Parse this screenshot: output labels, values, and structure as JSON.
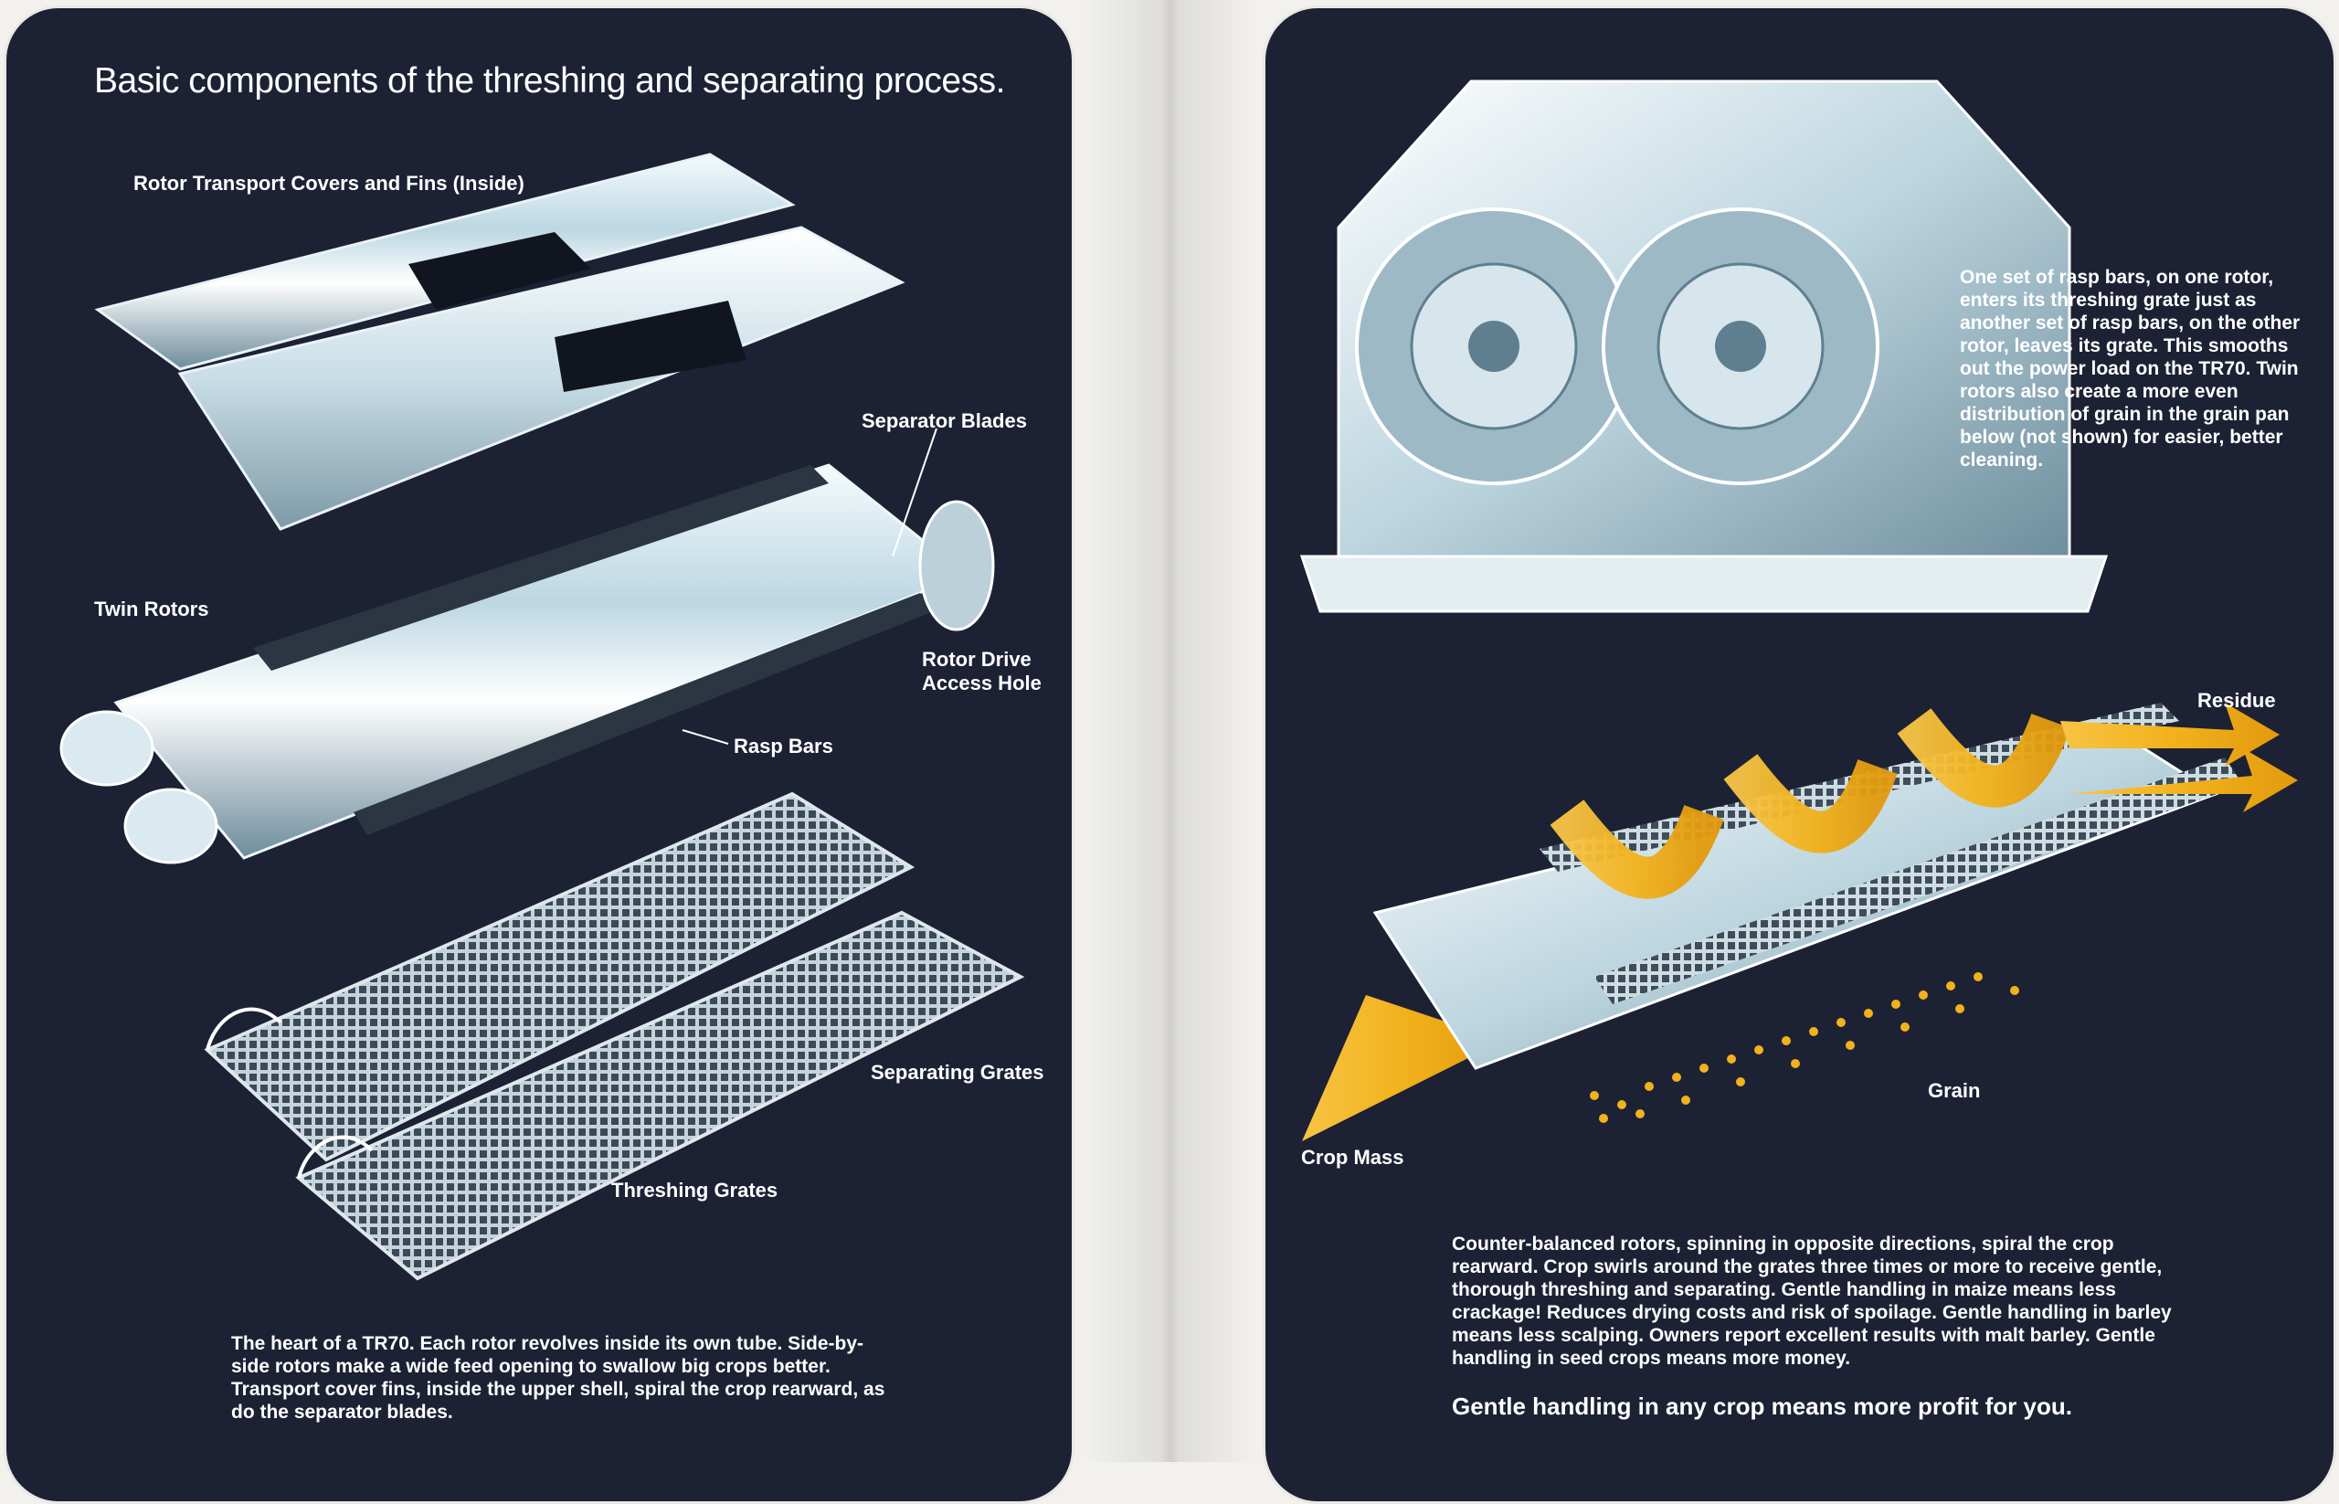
{
  "left_page": {
    "title": "Basic components of the threshing and separating process.",
    "labels": {
      "rotor_transport_covers": "Rotor Transport Covers and Fins (Inside)",
      "separator_blades": "Separator Blades",
      "twin_rotors": "Twin Rotors",
      "rotor_drive_access_line1": "Rotor Drive",
      "rotor_drive_access_line2": "Access Hole",
      "rasp_bars": "Rasp Bars",
      "separating_grates": "Separating Grates",
      "threshing_grates": "Threshing Grates"
    },
    "caption": "The heart of a TR70. Each rotor revolves inside its own tube. Side-by-side rotors make a wide feed opening to swallow big crops better. Transport cover fins, inside the upper shell, spiral the crop rearward, as do the separator blades."
  },
  "right_page": {
    "rasp_bars_text": "One set of rasp bars, on one rotor, enters its threshing grate just as another set of rasp bars, on the other rotor, leaves its grate. This smooths out the power load on the TR70. Twin rotors also create a more even distribution of grain in the grain pan below (not shown) for easier, better cleaning.",
    "labels": {
      "residue": "Residue",
      "grain": "Grain",
      "crop_mass": "Crop Mass"
    },
    "body_text": "Counter-balanced rotors, spinning in opposite directions, spiral the crop rearward. Crop swirls around the grates three times or more to receive gentle, thorough threshing and separating. Gentle handling in maize means less crackage! Reduces drying costs and risk of spoilage. Gentle handling in barley means less scalping. Owners report excellent results with malt barley. Gentle handling in seed crops means more money.",
    "closing_line": "Gentle handling in any crop means more profit for you."
  },
  "colors": {
    "page_background": "#1d2134",
    "paper": "#f2f1ee",
    "metal_light": "#e6f2f7",
    "metal_mid": "#a9c6d4",
    "metal_dark": "#5f7f90",
    "crop_yellow": "#f2b21c"
  }
}
